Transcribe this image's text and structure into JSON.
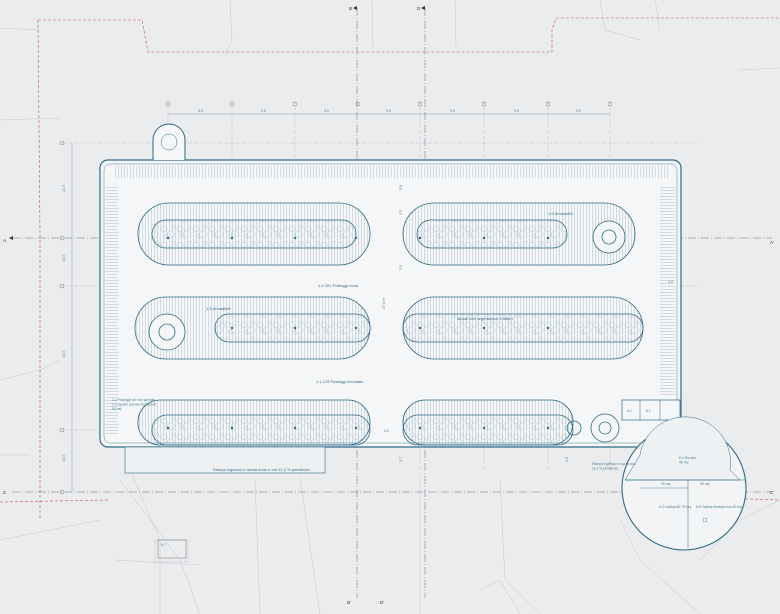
{
  "colors": {
    "background": "#ebecee",
    "plan_line": "#2e6a86",
    "boundary": "#c0505a",
    "grid": "#9aa2a8",
    "planting": "#7fa6bd"
  },
  "section_marks": {
    "b_top": "B",
    "d_top": "D",
    "b_bottom": "B'",
    "d_bottom": "D'",
    "a_left": "A",
    "a_right": "A'",
    "c_left": "C",
    "c_right": "C'"
  },
  "top_dims": [
    "8.6",
    "9.0",
    "9.0",
    "9.0",
    "9.0",
    "9.0",
    "9.0"
  ],
  "left_dims": [
    "14.0",
    "14.0",
    "14.0",
    "14.0"
  ],
  "labels": {
    "parking_main": "1.4 351 Posteggi moto",
    "parking_auto": "1.1 129 Posteggi Arrodatto",
    "parking_special": "1.2 Posteggi per bici speciali\n1.3 Spazio piccole riparazioni\n50 mq",
    "armadietti_top": "1.5 Armadietti",
    "armadietti_left": "1.5 Armadietti",
    "aiuole": "Aiuole con vegetazione e alberi",
    "ramp_left": "Rampa ingresso e uscita moto e bici 11,2 % pendenza",
    "ramp_right": "Rampa ingresso e uscita bici\n11,2 % pendenza",
    "tecnico": "6.4 Tecnico\n40 mq",
    "cabina_el": "6.3 Cabina AE\n75 mq",
    "cabina_bus": "6.5 Cabina\nelettrica bus\n60 mq",
    "small_a": "6.2",
    "small_b": "6.1",
    "room_dim": "25 mq",
    "room_dim2": "25 mq",
    "side_box": "6.7",
    "level_mid": "-37,0 m",
    "small_side": "2.5",
    "small_side2": "2.5"
  },
  "mid_dims": [
    "2.5",
    "5.0",
    "2.5",
    "4.0",
    "3.7"
  ]
}
